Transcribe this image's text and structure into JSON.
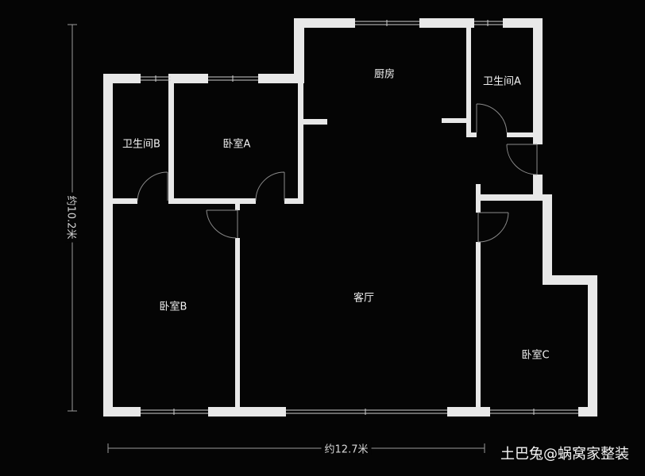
{
  "rooms": {
    "kitchen": "厨房",
    "bath_a": "卫生间A",
    "bath_b": "卫生间B",
    "bedroom_a": "卧室A",
    "bedroom_b": "卧室B",
    "bedroom_c": "卧室C",
    "living": "客厅"
  },
  "dimensions": {
    "height": "约10.2米",
    "width": "约12.7米"
  },
  "watermark": "土巴兔@蜗窝家整装",
  "colors": {
    "wall": "#e8e8e8",
    "background": "#050505"
  }
}
